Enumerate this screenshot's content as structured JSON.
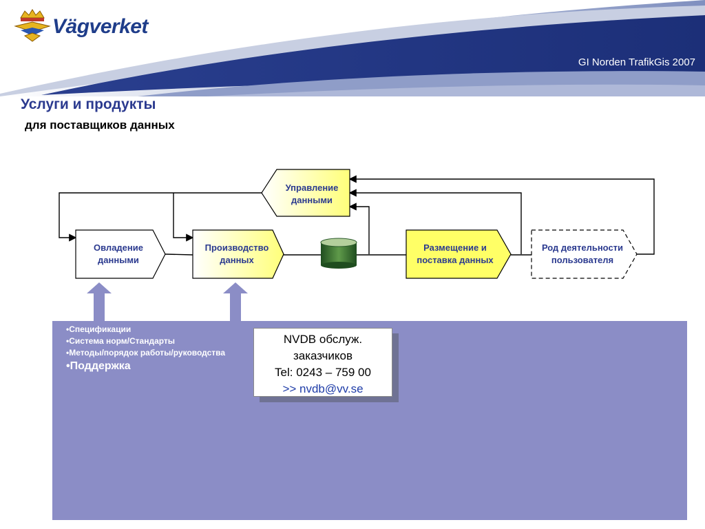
{
  "header": {
    "logo_text": "Vägverket",
    "event": "GI Norden TrafikGis 2007"
  },
  "title": "Услуги и продукты",
  "subtitle": "для поставщиков данных",
  "diagram": {
    "nodes": {
      "management": "Управление\nданными",
      "acquisition": "Овладение\nданными",
      "production": "Производство\nданных",
      "distribution": "Размещение и\nпоставка данных",
      "user_activity": "Род деятельности\nпользователя"
    }
  },
  "bullets": [
    "•Спецификации",
    "•Система норм/Стандарты",
    "•Методы/порядок работы/руководства"
  ],
  "bullet_big": "•Поддержка",
  "contact": {
    "line1": "NVDB обслуж.",
    "line2": "заказчиков",
    "line3": "Tel: 0243 – 759 00",
    "line4": ">> nvdb@vv.se"
  },
  "colors": {
    "brand_blue": "#1f3d8a",
    "node_yellow": "#ffff88",
    "panel": "#8b8dc6"
  }
}
